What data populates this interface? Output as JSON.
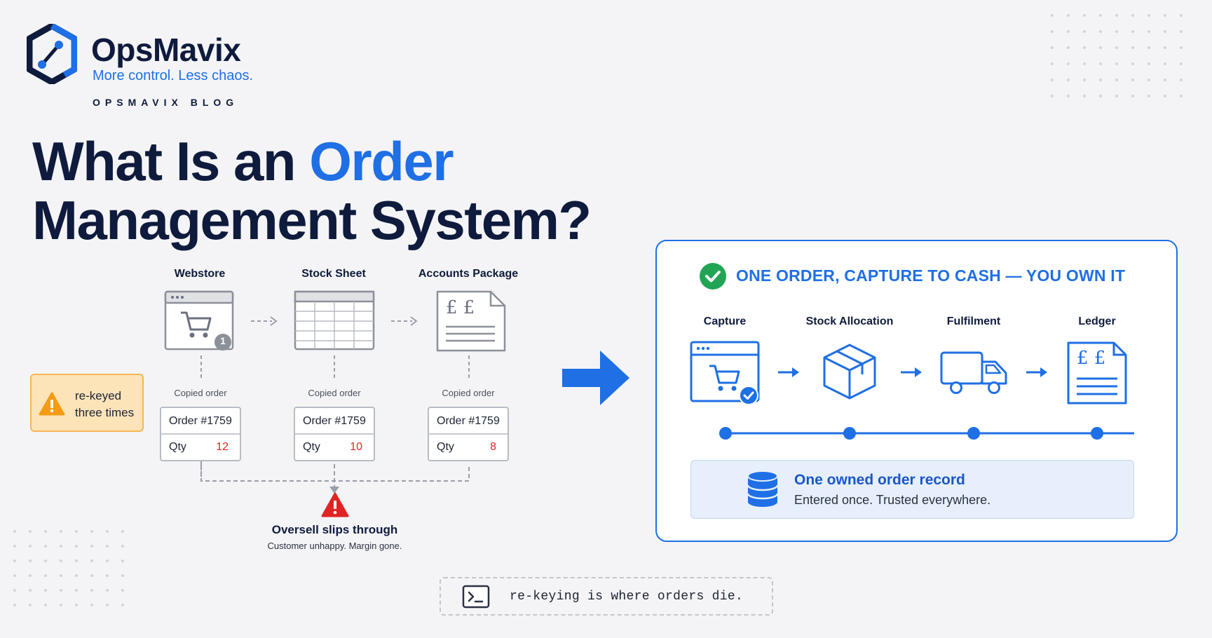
{
  "brand": {
    "name": "OpsMavix",
    "tagline": "More control. Less chaos.",
    "blog_label": "OPSMAVIX BLOG",
    "logo_icon": "hexagon-node-logo-icon"
  },
  "headline": {
    "part1": "What Is an ",
    "accent": "Order",
    "line2": "Management System?"
  },
  "before": {
    "systems": [
      {
        "label": "Webstore",
        "icon": "browser-cart-icon",
        "badge": "1"
      },
      {
        "label": "Stock Sheet",
        "icon": "spreadsheet-icon"
      },
      {
        "label": "Accounts Package",
        "icon": "ledger-document-icon",
        "symbol": "£ £"
      }
    ],
    "copies": [
      {
        "label": "Copied order",
        "order": "Order #1759",
        "qty_label": "Qty",
        "qty": "12"
      },
      {
        "label": "Copied order",
        "order": "Order #1759",
        "qty_label": "Qty",
        "qty": "10"
      },
      {
        "label": "Copied order",
        "order": "Order #1759",
        "qty_label": "Qty",
        "qty": "8"
      }
    ],
    "rekeyed_line1": "re-keyed",
    "rekeyed_line2": "three times",
    "oversell_title": "Oversell slips through",
    "oversell_sub": "Customer unhappy. Margin gone."
  },
  "after": {
    "title": "ONE ORDER, CAPTURE TO CASH — YOU OWN IT",
    "stages": [
      {
        "label": "Capture",
        "icon": "browser-cart-check-icon"
      },
      {
        "label": "Stock Allocation",
        "icon": "box-icon"
      },
      {
        "label": "Fulfilment",
        "icon": "truck-icon"
      },
      {
        "label": "Ledger",
        "icon": "ledger-document-icon",
        "symbol": "£ £"
      }
    ],
    "record_title": "One owned order record",
    "record_sub": "Entered once. Trusted everywhere."
  },
  "terminal": {
    "text": "re-keying is where orders die.",
    "icon": "terminal-icon"
  },
  "colors": {
    "navy": "#0f1b3d",
    "blue": "#1f6fe5",
    "red": "#e02424",
    "green": "#22a455",
    "warning_bg": "#fde4b8",
    "warning_border": "#f6b657",
    "warning_icon": "#f49b14"
  }
}
